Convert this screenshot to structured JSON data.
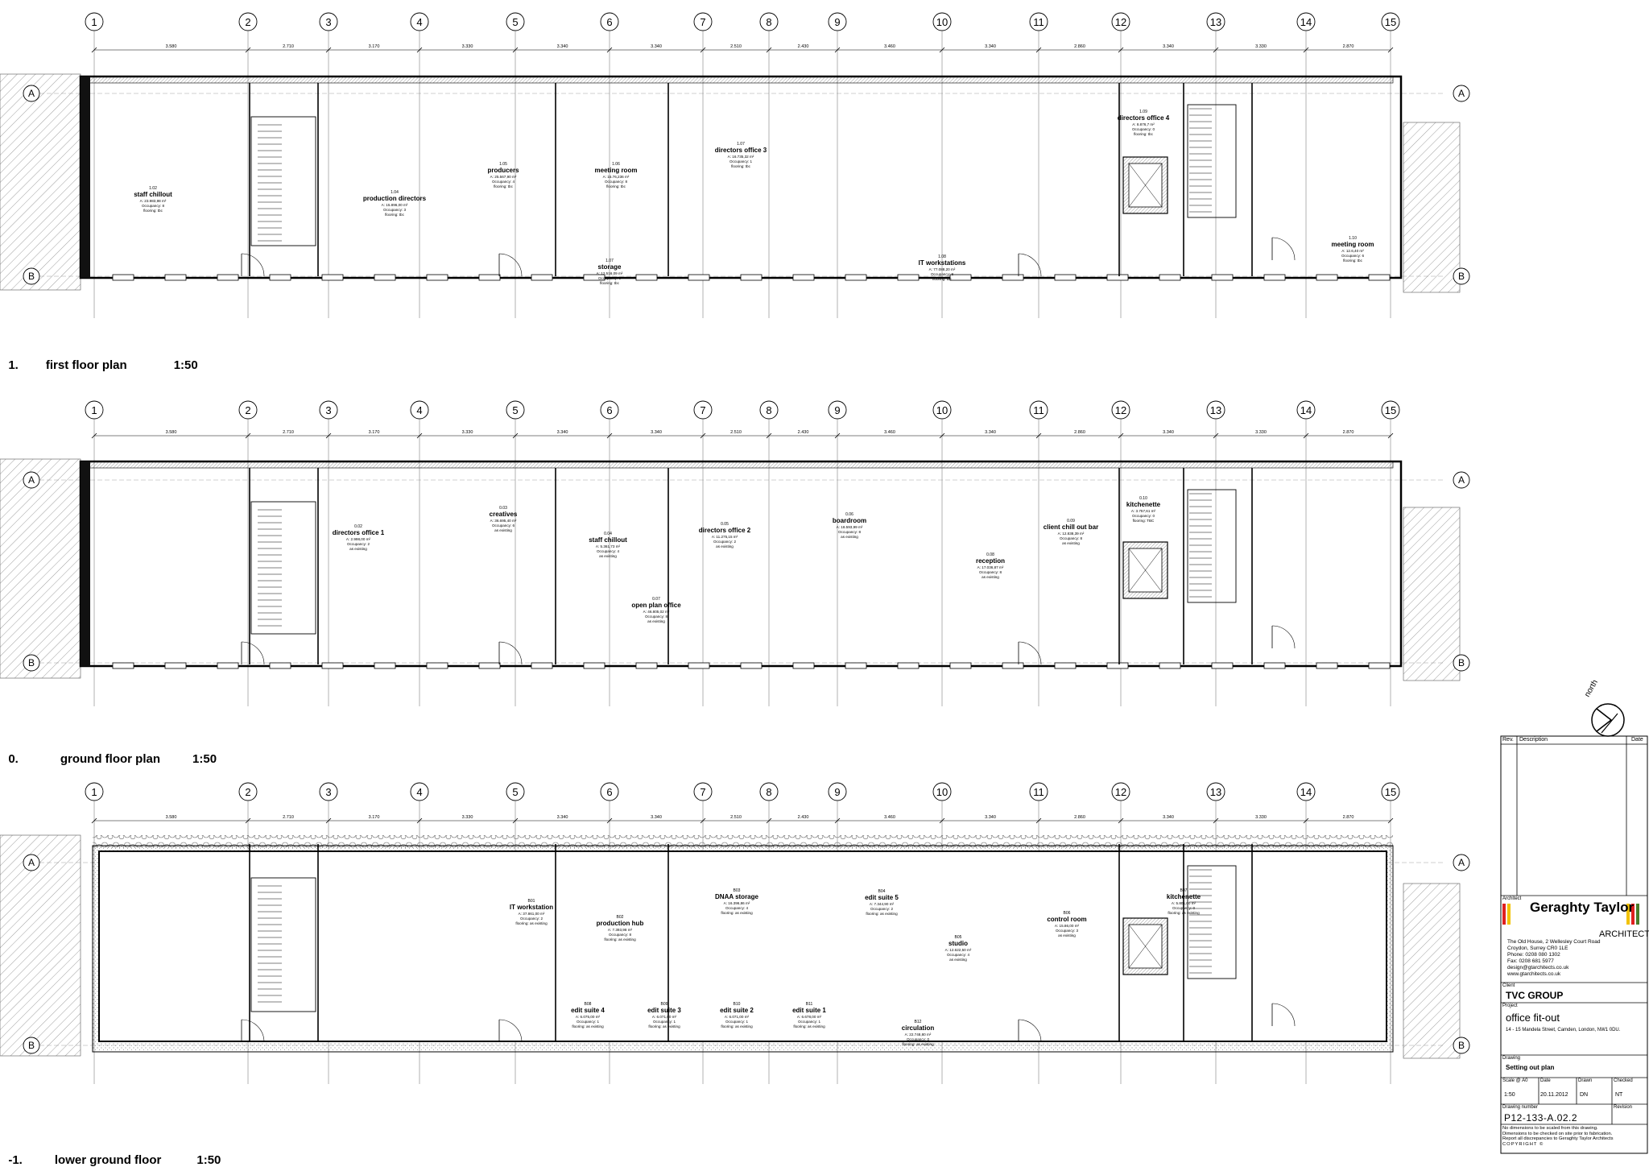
{
  "grid_labels": [
    "1",
    "2",
    "3",
    "4",
    "5",
    "6",
    "7",
    "8",
    "9",
    "10",
    "11",
    "12",
    "13",
    "14",
    "15"
  ],
  "row_labels": [
    "A",
    "B"
  ],
  "dimensions": [
    "3.580",
    "2.710",
    "3.170",
    "3.330",
    "3.340",
    "3.340",
    "2.510",
    "2.430",
    "3.460",
    "3.340",
    "2.860",
    "3.340",
    "3.330",
    "2.870"
  ],
  "plans": [
    {
      "number": "1.",
      "name": "first floor plan",
      "scale": "1:50",
      "rooms": [
        {
          "id": "1.02",
          "name": "staff chillout",
          "area": "A: 23.983,98 m²",
          "occ": "Occupancy: 8",
          "sub": "flooring: tbc"
        },
        {
          "id": "1.04",
          "name": "production directors",
          "area": "A: 15.896,00 m²",
          "occ": "Occupancy: 3",
          "sub": "flooring: tbc"
        },
        {
          "id": "1.05",
          "name": "producers",
          "area": "A: 25.567,90 m²",
          "occ": "Occupancy: 4",
          "sub": "flooring: tbc"
        },
        {
          "id": "1.06",
          "name": "meeting room",
          "area": "A: 15.76,236 m²",
          "occ": "Occupancy: 8",
          "sub": "flooring: tbc"
        },
        {
          "id": "1.07",
          "name": "storage",
          "area": "A: 12.516,09 m²",
          "occ": "Occupancy: 0",
          "sub": "flooring: tbc"
        },
        {
          "id": "1.07",
          "name": "directors office 3",
          "area": "A: 16.735,32 m²",
          "occ": "Occupancy: 1",
          "sub": "flooring: tbc"
        },
        {
          "id": "1.08",
          "name": "IT workstations",
          "area": "A: 77.088,20 m²",
          "occ": "Occupancy: 8",
          "sub": "flooring: tbc"
        },
        {
          "id": "1.09",
          "name": "directors office 4",
          "area": "A: 8.876,7 m²",
          "occ": "Occupancy: 0",
          "sub": "flooring: tbc"
        },
        {
          "id": "1.10",
          "name": "meeting room",
          "area": "A: 12.6,40 m²",
          "occ": "Occupancy: 6",
          "sub": "flooring: tbc"
        }
      ]
    },
    {
      "number": "0.",
      "name": "ground floor plan",
      "scale": "1:50",
      "rooms": [
        {
          "id": "0.02",
          "name": "directors office 1",
          "area": "A: 2.998,00 m²",
          "occ": "Occupancy: 2",
          "sub": "as existing"
        },
        {
          "id": "0.03",
          "name": "creatives",
          "area": "A: 36.695,40 m²",
          "occ": "Occupancy: 6",
          "sub": "as existing"
        },
        {
          "id": "0.04",
          "name": "staff chillout",
          "area": "A: 5.361,73 m²",
          "occ": "Occupancy: 4",
          "sub": "as existing"
        },
        {
          "id": "0.05",
          "name": "directors office 2",
          "area": "A: 11.275,15 m²",
          "occ": "Occupancy: 2",
          "sub": "as existing"
        },
        {
          "id": "0.06",
          "name": "boardroom",
          "area": "A: 18.593,99 m²",
          "occ": "Occupancy: 8",
          "sub": "as existing"
        },
        {
          "id": "0.07",
          "name": "open plan office",
          "area": "A: 46.805,02 m²",
          "occ": "Occupancy: 8",
          "sub": "as existing"
        },
        {
          "id": "0.08",
          "name": "reception",
          "area": "A: 17.036,87 m²",
          "occ": "Occupancy: 8",
          "sub": "as existing"
        },
        {
          "id": "0.09",
          "name": "client chill out bar",
          "area": "A: 12.838,39 m²",
          "occ": "Occupancy: 8",
          "sub": "as existing"
        },
        {
          "id": "0.10",
          "name": "kitchenette",
          "area": "A: 3.757,61 m²",
          "occ": "Occupancy: 0",
          "sub": "flooring: TBC"
        }
      ]
    },
    {
      "number": "-1.",
      "name": "lower ground floor",
      "scale": "1:50",
      "rooms": [
        {
          "id": "B01",
          "name": "IT workstation",
          "area": "A: 37.861,00 m²",
          "occ": "Occupancy: 2",
          "sub": "flooring: as existing"
        },
        {
          "id": "B02",
          "name": "production hub",
          "area": "A: 7.393,98 m²",
          "occ": "Occupancy: 8",
          "sub": "flooring: as existing"
        },
        {
          "id": "B03",
          "name": "DNAA storage",
          "area": "A: 16.396,86 m²",
          "occ": "Occupancy: 4",
          "sub": "flooring: as existing"
        },
        {
          "id": "B04",
          "name": "edit suite 5",
          "area": "A: 7.344,90 m²",
          "occ": "Occupancy: 2",
          "sub": "flooring: as existing"
        },
        {
          "id": "B05",
          "name": "studio",
          "area": "A: 12.622,50 m²",
          "occ": "Occupancy: 4",
          "sub": "as existing"
        },
        {
          "id": "B06",
          "name": "control room",
          "area": "A: 15.86,00 m²",
          "occ": "Occupancy: 3",
          "sub": "as existing"
        },
        {
          "id": "B07",
          "name": "kitchenette",
          "area": "A: 5.801,00 m²",
          "occ": "Occupancy: 0",
          "sub": "flooring: as existing"
        },
        {
          "id": "B08",
          "name": "edit suite 4",
          "area": "A: 6.075,00 m²",
          "occ": "Occupancy: 1",
          "sub": "flooring: as existing"
        },
        {
          "id": "B09",
          "name": "edit suite 3",
          "area": "A: 6.071,00 m²",
          "occ": "Occupancy: 1",
          "sub": "flooring: as existing"
        },
        {
          "id": "B10",
          "name": "edit suite 2",
          "area": "A: 6.071,00 m²",
          "occ": "Occupancy: 1",
          "sub": "flooring: as existing"
        },
        {
          "id": "B11",
          "name": "edit suite 1",
          "area": "A: 6.678,00 m²",
          "occ": "Occupancy: 1",
          "sub": "flooring: as existing"
        },
        {
          "id": "B12",
          "name": "circulation",
          "area": "A: 22.748,80 m²",
          "occ": "Occupancy: 0",
          "sub": "flooring: as existing"
        }
      ]
    }
  ],
  "north_label": "north",
  "title_block": {
    "rev_header": "Rev.",
    "desc_header": "Description",
    "date_header": "Date",
    "architect_label": "Architect",
    "firm_name": "Geraghty Taylor",
    "firm_sub": "ARCHITECTS",
    "address": [
      "The Old House, 2 Wellesley Court Road",
      "Croydon, Surrey CR0 1LE",
      "Phone:   0208 080 1302",
      "Fax:      0208 681 5977",
      "design@gtarchitects.co.uk",
      "www.gtarchitects.co.uk"
    ],
    "client_label": "Client",
    "client": "TVC GROUP",
    "project_label": "Project",
    "project": "office fit-out",
    "project_address": "14 - 15 Mandela Street, Camden, London, NW1 0DU.",
    "drawing_label": "Drawing",
    "drawing": "Setting out plan",
    "scale_label": "Scale @ A0",
    "date_label": "Date",
    "drawn_label": "Drawn",
    "checked_label": "Checked",
    "scale": "1:50",
    "date": "20.11.2012",
    "drawn": "DN",
    "checked": "NT",
    "drawing_number_label": "Drawing number",
    "revision_label": "Revision",
    "drawing_number": "P12-133-A.02.2",
    "notes": [
      "No dimensions to be scaled from this drawing.",
      "Dimensions to be checked on site prior to fabrication.",
      "Report all discrepancies to Geraghty Taylor Architects"
    ],
    "copyright": "COPYRIGHT ©"
  }
}
